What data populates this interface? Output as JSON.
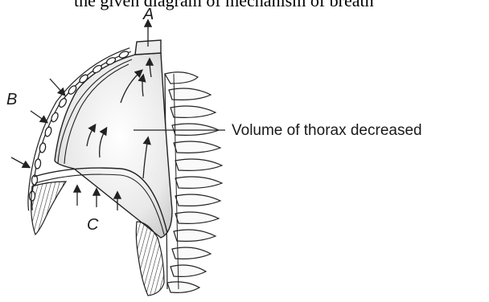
{
  "caption": {
    "text": "the given diagram of mechanism of breath"
  },
  "labels": {
    "a": "A",
    "b": "B",
    "c": "C",
    "thorax": "Volume of thorax decreased"
  }
}
